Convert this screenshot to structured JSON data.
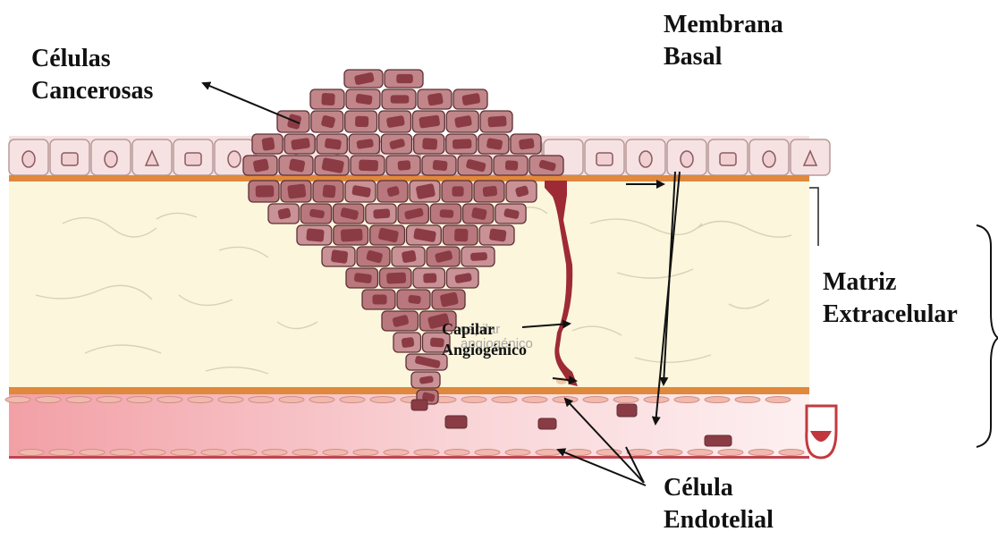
{
  "labels": {
    "cancer_cells": [
      "Células",
      "Cancerosas"
    ],
    "basal_membrane": [
      "Membrana",
      "Basal"
    ],
    "extracellular_matrix": [
      "Matriz",
      "Extracelular"
    ],
    "angiogenic_capillary": [
      "Capilar",
      "Angiogénico"
    ],
    "endothelial_cell": [
      "Célula",
      "Endotelial"
    ]
  },
  "background_text": [
    "capilar",
    "angiogénico"
  ],
  "colors": {
    "matrix": "#fbf6dc",
    "basal_membrane": "#e0883c",
    "vessel": "#f7c5c8",
    "cancer_cell": "#c0868a",
    "nucleus": "#8b3b44",
    "epithelium": "#f6e2e2",
    "capillary": "#9e2a35"
  }
}
